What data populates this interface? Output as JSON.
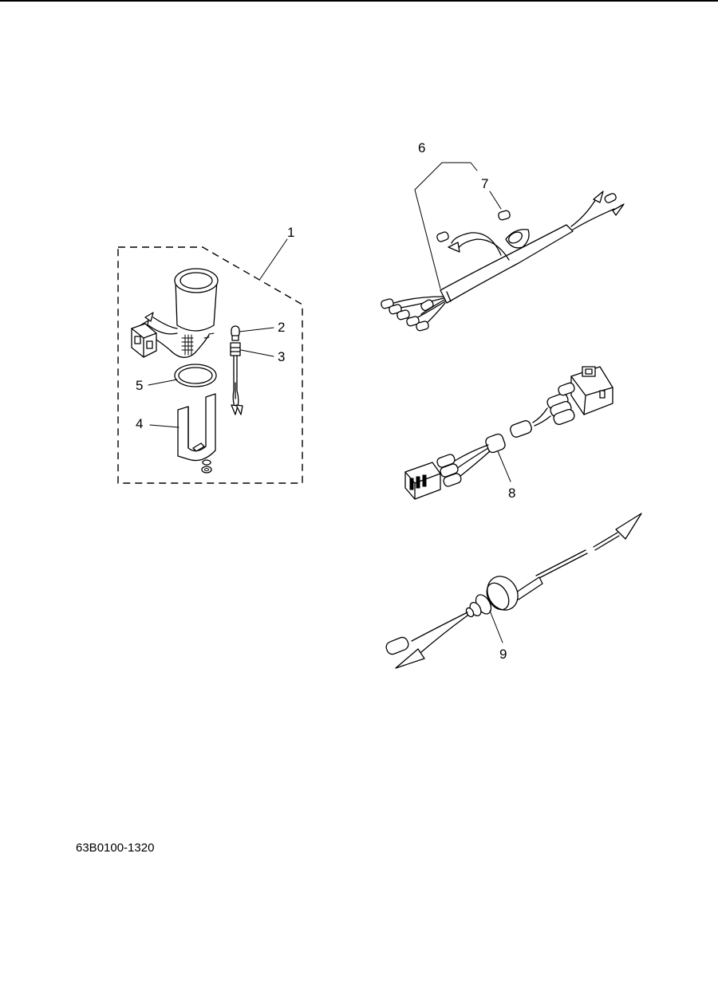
{
  "callouts": {
    "n1": "1",
    "n2": "2",
    "n3": "3",
    "n4": "4",
    "n5": "5",
    "n6": "6",
    "n7": "7",
    "n8": "8",
    "n9": "9"
  },
  "part_code": "63B0100-1320"
}
